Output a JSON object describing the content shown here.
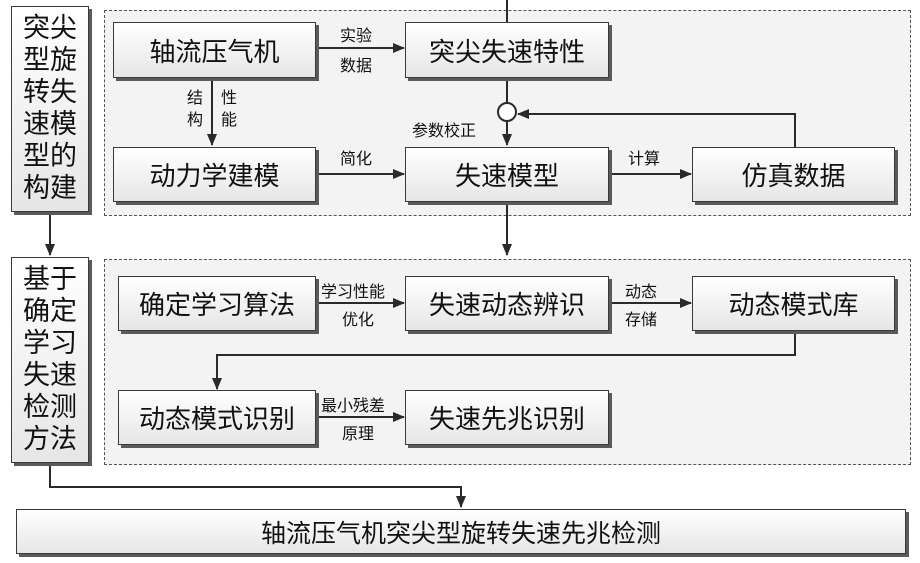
{
  "side_labels": {
    "top": "突尖型旋转失速模型的构建",
    "bottom": "基于确定学习失速检测方法"
  },
  "nodes": {
    "compressor": "轴流压气机",
    "stall_characteristic": "突尖失速特性",
    "dynamics_modeling": "动力学建模",
    "stall_model": "失速模型",
    "simulation_data": "仿真数据",
    "learning_algorithm": "确定学习算法",
    "stall_dynamics_identification": "失速动态辨识",
    "dynamic_pattern_library": "动态模式库",
    "dynamic_pattern_recognition": "动态模式识别",
    "precursor_recognition": "失速先兆识别",
    "final_detection": "轴流压气机突尖型旋转失速先兆检测"
  },
  "edge_labels": {
    "experiment_data_1": "实验",
    "experiment_data_2": "数据",
    "structure_1": "结",
    "structure_2": "构",
    "performance_1": "性",
    "performance_2": "能",
    "parameter_calibration": "参数校正",
    "simplify": "简化",
    "compute": "计算",
    "learning_performance": "学习性能",
    "optimize": "优化",
    "dynamic": "动态",
    "store": "存储",
    "min_residual": "最小残差",
    "principle": "原理"
  }
}
